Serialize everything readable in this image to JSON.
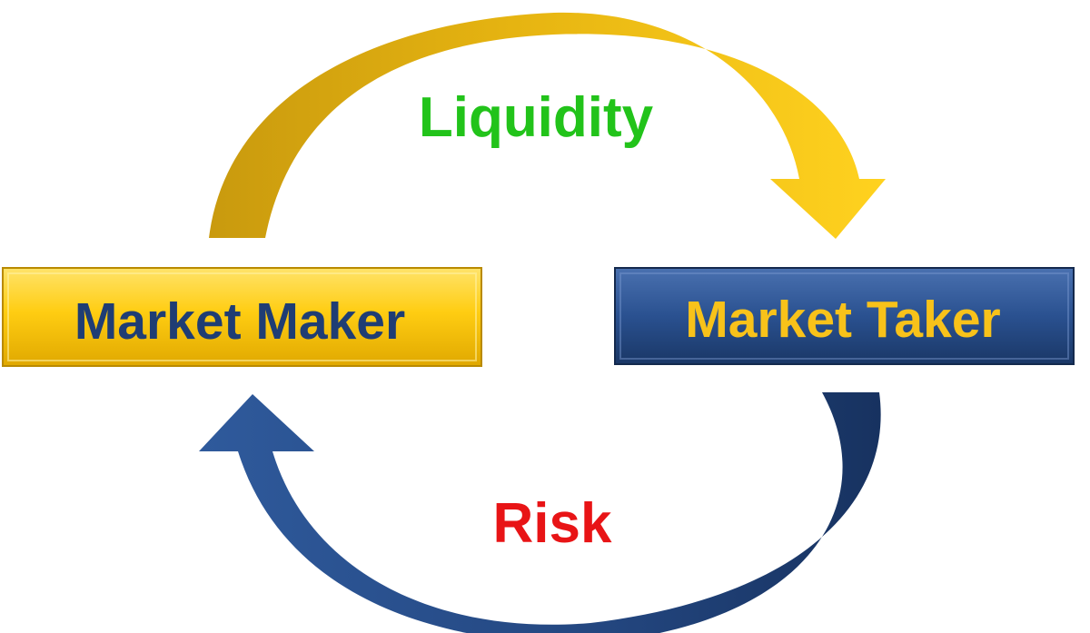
{
  "diagram": {
    "top_arrow_label": "Liquidity",
    "bottom_arrow_label": "Risk",
    "left_box_label": "Market Maker",
    "right_box_label": "Market Taker"
  },
  "colors": {
    "gold_light": "#FFD21F",
    "gold_dark": "#C99A0E",
    "navy": "#2A5190",
    "navy_dark": "#1C3A6B",
    "liquidity_text": "#22C31A",
    "risk_text": "#E81416",
    "maker_text": "#1F3D74",
    "taker_text": "#F8C21A"
  }
}
